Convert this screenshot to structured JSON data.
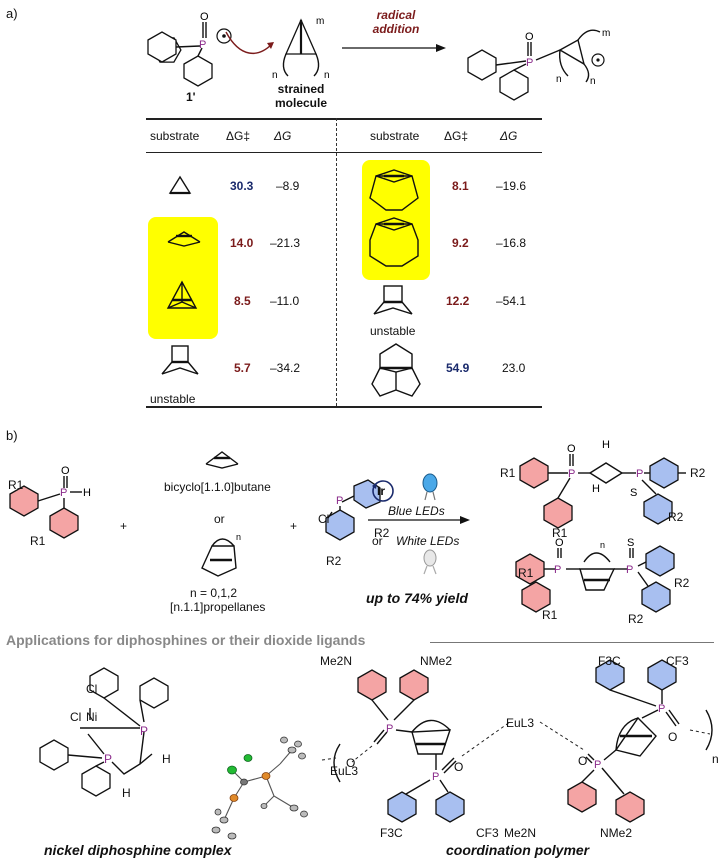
{
  "panel_a": {
    "label": "a)",
    "reagent_label": "1'",
    "strained_caption": "strained\nmolecule",
    "arrow_label": "radical\naddition",
    "table": {
      "headers": [
        "substrate",
        "ΔG‡",
        "ΔG"
      ],
      "left_rows": [
        {
          "dg_act": "30.3",
          "dg": "–8.9",
          "color": "#1a2a6c",
          "note": ""
        },
        {
          "dg_act": "14.0",
          "dg": "–21.3",
          "color": "#7b1b1b",
          "note": ""
        },
        {
          "dg_act": "8.5",
          "dg": "–11.0",
          "color": "#7b1b1b",
          "note": ""
        },
        {
          "dg_act": "5.7",
          "dg": "–34.2",
          "color": "#7b1b1b",
          "note": "unstable"
        }
      ],
      "right_rows": [
        {
          "dg_act": "8.1",
          "dg": "–19.6",
          "color": "#7b1b1b",
          "note": ""
        },
        {
          "dg_act": "9.2",
          "dg": "–16.8",
          "color": "#7b1b1b",
          "note": ""
        },
        {
          "dg_act": "12.2",
          "dg": "–54.1",
          "color": "#7b1b1b",
          "note": "unstable"
        },
        {
          "dg_act": "54.9",
          "dg": "23.0",
          "color": "#1a2a6c",
          "note": ""
        }
      ]
    }
  },
  "panel_b": {
    "label": "b)",
    "bcb_label": "bicyclo[1.1.0]butane",
    "plus": "+",
    "or": "or",
    "n_values": "n = 0,1,2",
    "propellane_label": "[n.1.1]propellanes",
    "catalyst": "Ir",
    "blue_leds": "Blue LEDs",
    "white_leds": "White LEDs",
    "yield": "up to 74% yield",
    "labels": {
      "r1": "R1",
      "r2": "R2",
      "h": "H",
      "o": "O",
      "p": "P",
      "s": "S",
      "cl": "Cl",
      "n": "n"
    }
  },
  "applications": {
    "title": "Applications for diphosphines or their dioxide ligands",
    "nickel_caption": "nickel diphosphine complex",
    "polymer_caption": "coordination polymer",
    "labels": {
      "cl": "Cl",
      "ni": "Ni",
      "h": "H",
      "nme2": "NMe2",
      "me2n": "Me2N",
      "cf3": "CF3",
      "f3c": "F3C",
      "eul3": "EuL3",
      "n": "n",
      "p": "P",
      "o": "O"
    }
  }
}
